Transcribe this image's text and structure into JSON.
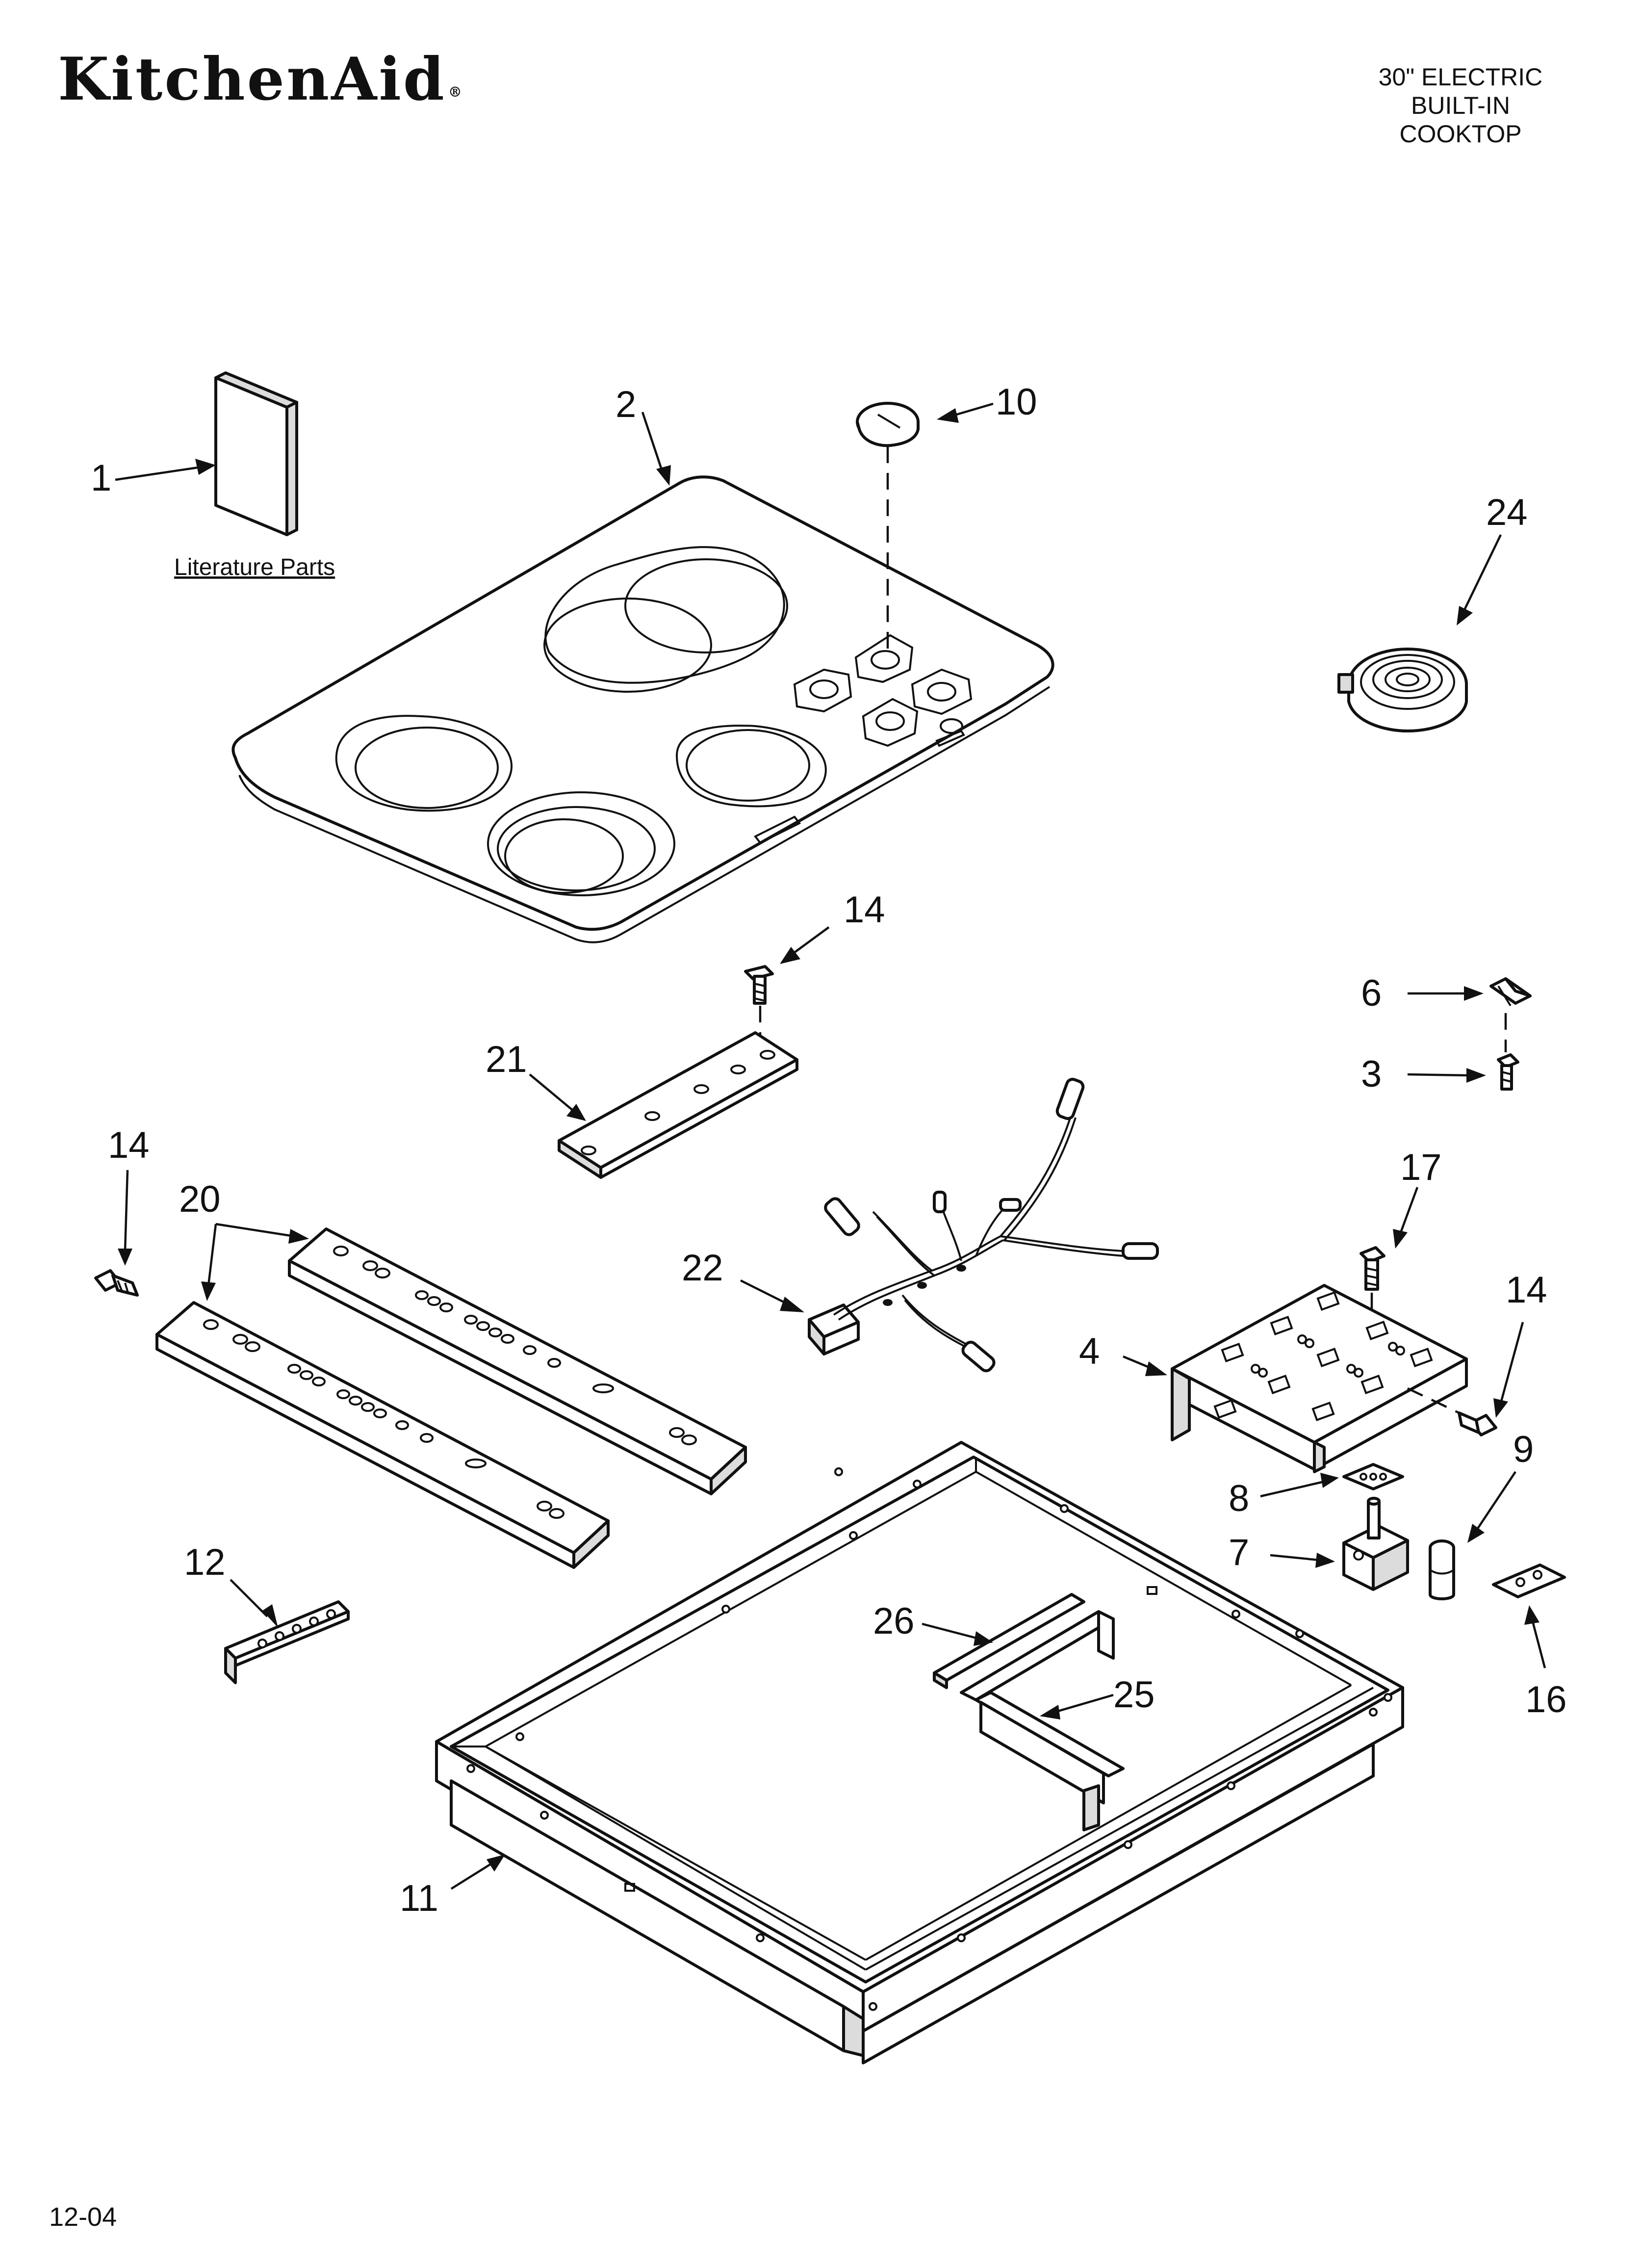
{
  "brand": {
    "logo_text": "KitchenAid",
    "registered_mark": "®"
  },
  "model_title": [
    "30\" ELECTRIC",
    "BUILT-IN",
    "COOKTOP"
  ],
  "literature_label": "Literature Parts",
  "date_code": "12-04",
  "part_labels": {
    "p1": "1",
    "p2": "2",
    "p3": "3",
    "p4": "4",
    "p6": "6",
    "p7": "7",
    "p8": "8",
    "p9": "9",
    "p10": "10",
    "p11": "11",
    "p12": "12",
    "p14a": "14",
    "p14b": "14",
    "p14c": "14",
    "p16": "16",
    "p17": "17",
    "p20": "20",
    "p21": "21",
    "p22": "22",
    "p24": "24",
    "p25": "25",
    "p26": "26"
  }
}
